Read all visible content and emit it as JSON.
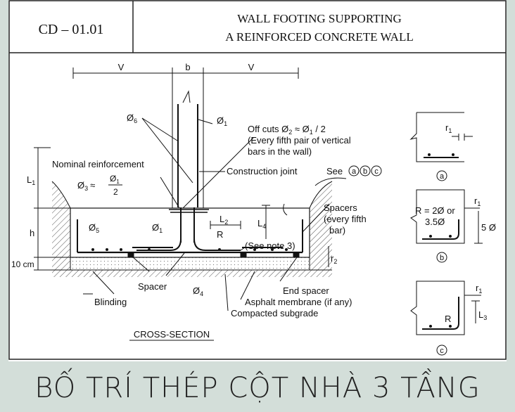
{
  "header": {
    "code": "CD – 01.01",
    "title_line1": "WALL FOOTING SUPPORTING",
    "title_line2": "A REINFORCED CONCRETE WALL"
  },
  "dimensions": {
    "v_left": "V",
    "b": "b",
    "v_right": "V",
    "L1": "L",
    "L1_sub": "1",
    "h": "h",
    "blinding_thickness": "10 cm",
    "L2": "L",
    "L2_sub": "2",
    "R": "R",
    "L4": "L",
    "L4_sub": "4",
    "r2": "r",
    "r2_sub": "2"
  },
  "labels": {
    "phi6": "Ø",
    "phi6_sub": "6",
    "phi1_top": "Ø",
    "phi1_top_sub": "1",
    "offcuts_1": "Off cuts  Ø",
    "offcuts_1_sub": "2",
    "offcuts_1_mid": " ≈ Ø",
    "offcuts_1_sub2": "1",
    "offcuts_1_end": " / 2",
    "offcuts_2": "(Every fifth pair of vertical",
    "offcuts_3": "bars in the wall)",
    "nominal": "Nominal reinforcement",
    "phi3": "Ø",
    "phi3_sub": "3",
    "phi3_approx": "≈",
    "phi3_num": "Ø",
    "phi3_num_sub": "1",
    "phi3_den": "2",
    "construction_joint": "Construction joint",
    "see": "See",
    "see_a": "a",
    "see_b": "b",
    "see_c": "c",
    "spacers_1": "Spacers",
    "spacers_2": "(every fifth",
    "spacers_3": "bar)",
    "phi5": "Ø",
    "phi5_sub": "5",
    "phi1_mid": "Ø",
    "phi1_mid_sub": "1",
    "see_note": "(See note 3)",
    "spacer": "Spacer",
    "phi4": "Ø",
    "phi4_sub": "4",
    "end_spacer": "End spacer",
    "blinding": "Blinding",
    "asphalt": "Asphalt membrane (if any)",
    "subgrade": "Compacted subgrade",
    "cross_section": "CROSS-SECTION"
  },
  "details": {
    "a_r1": "r",
    "a_r1_sub": "1",
    "a_tag": "a",
    "b_r1": "r",
    "b_r1_sub": "1",
    "b_R_1": "R = 2Ø or",
    "b_R_2": "3.5Ø",
    "b_5phi": "5 Ø",
    "b_tag": "b",
    "c_r1": "r",
    "c_r1_sub": "1",
    "c_L3": "L",
    "c_L3_sub": "3",
    "c_R": "R",
    "c_tag": "c"
  },
  "caption": "BỐ TRÍ THÉP CỘT NHÀ 3 TẦNG"
}
